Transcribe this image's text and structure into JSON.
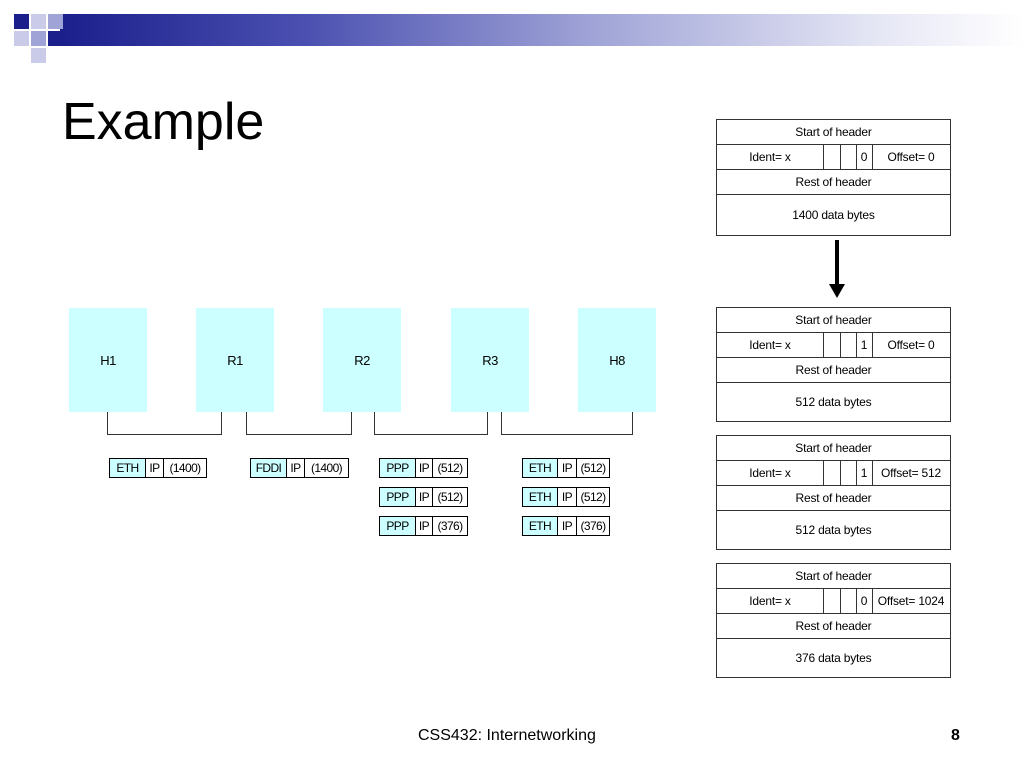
{
  "slide": {
    "title": "Example",
    "footer_text": "CSS432: Internetworking",
    "page_number": "8"
  },
  "nodes": [
    "H1",
    "R1",
    "R2",
    "R3",
    "H8"
  ],
  "packets": [
    {
      "l2": "ETH",
      "ip": "IP",
      "size": "(1400)"
    },
    {
      "l2": "FDDI",
      "ip": "IP",
      "size": "(1400)"
    },
    {
      "l2": "PPP",
      "ip": "IP",
      "size": "(512)"
    },
    {
      "l2": "PPP",
      "ip": "IP",
      "size": "(512)"
    },
    {
      "l2": "PPP",
      "ip": "IP",
      "size": "(376)"
    },
    {
      "l2": "ETH",
      "ip": "IP",
      "size": "(512)"
    },
    {
      "l2": "ETH",
      "ip": "IP",
      "size": "(512)"
    },
    {
      "l2": "ETH",
      "ip": "IP",
      "size": "(376)"
    }
  ],
  "headers": [
    {
      "start": "Start of header",
      "ident": "Ident= x",
      "flag": "0",
      "offset": "Offset= 0",
      "rest": "Rest of header",
      "data": "1400 data bytes"
    },
    {
      "start": "Start of header",
      "ident": "Ident= x",
      "flag": "1",
      "offset": "Offset= 0",
      "rest": "Rest of header",
      "data": "512 data bytes"
    },
    {
      "start": "Start of header",
      "ident": "Ident= x",
      "flag": "1",
      "offset": "Offset= 512",
      "rest": "Rest of header",
      "data": "512 data bytes"
    },
    {
      "start": "Start of header",
      "ident": "Ident= x",
      "flag": "0",
      "offset": "Offset= 1024",
      "rest": "Rest of header",
      "data": "376 data bytes"
    }
  ],
  "colors": {
    "node_fill": "#ccffff",
    "banner_dark": "#1a1f8c",
    "banner_light": "#9fa3d6"
  }
}
